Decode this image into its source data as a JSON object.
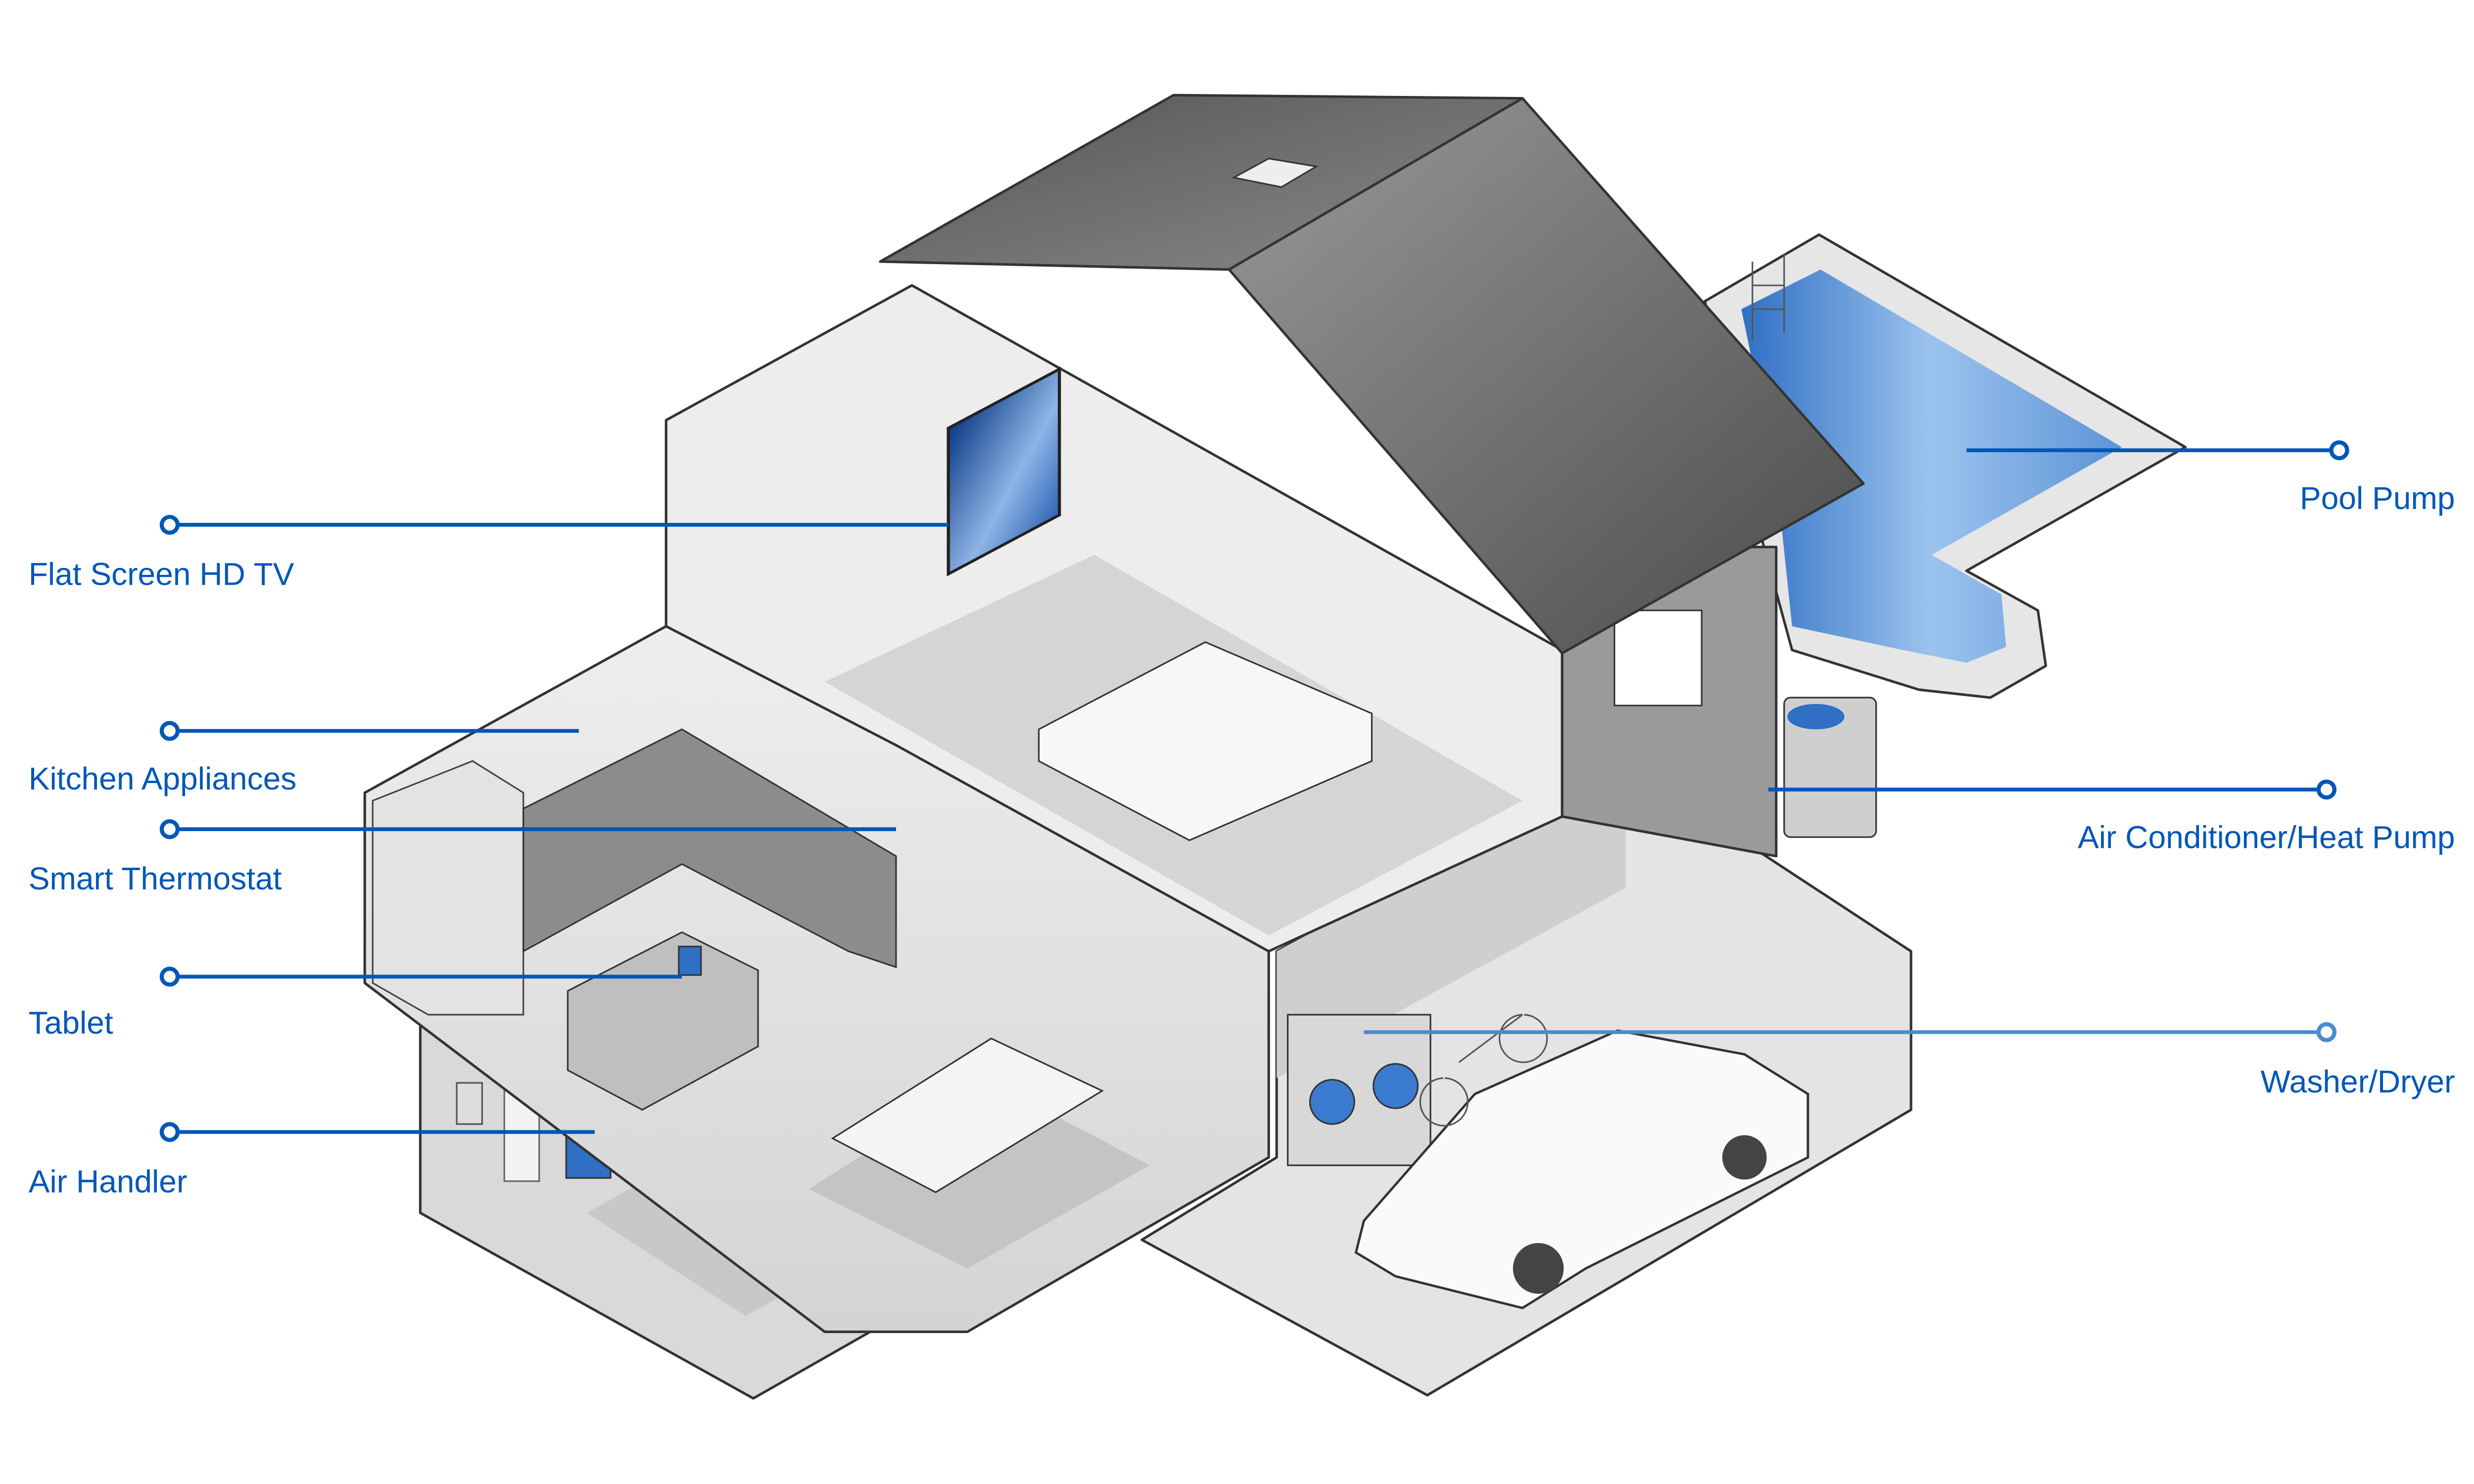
{
  "title": "Smart home connected devices diagram",
  "accent_color": "#0057b8",
  "callouts": {
    "left": [
      {
        "label": "Flat Screen HD TV"
      },
      {
        "label": "Kitchen Appliances"
      },
      {
        "label": "Smart Thermostat"
      },
      {
        "label": "Tablet"
      },
      {
        "label": "Air Handler"
      }
    ],
    "right": [
      {
        "label": "Pool Pump"
      },
      {
        "label": "Air Conditioner/Heat Pump"
      },
      {
        "label": "Washer/Dryer"
      }
    ]
  }
}
